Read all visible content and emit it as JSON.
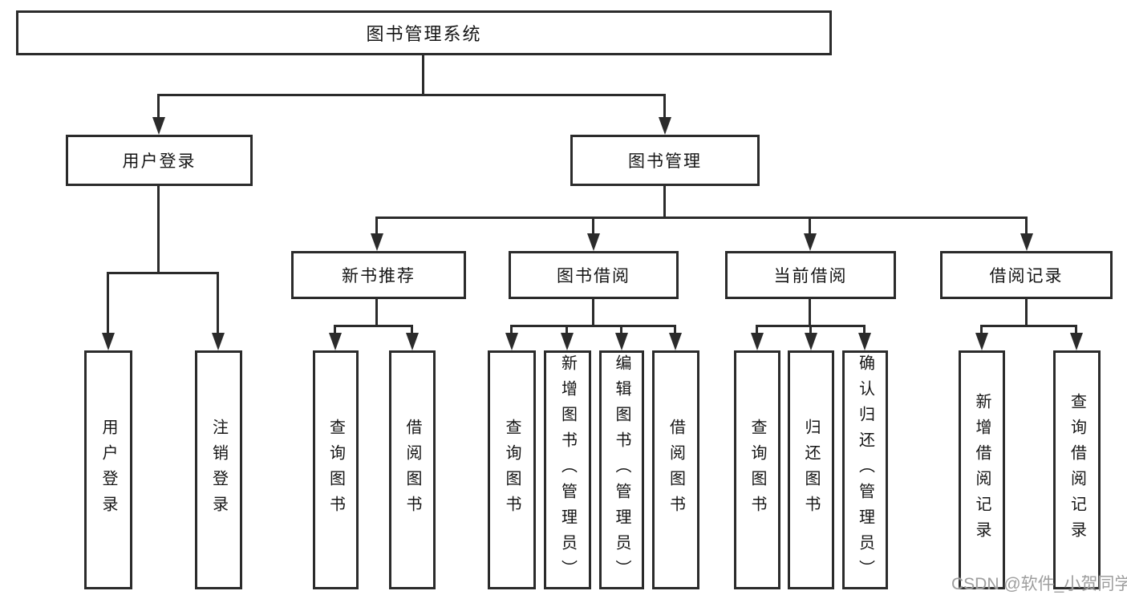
{
  "colors": {
    "line": "#2b2b2b",
    "text": "#151515",
    "background": "#ffffff",
    "watermark": "#9e9e9e"
  },
  "diagram": {
    "root": {
      "label": "图书管理系统"
    },
    "branches": [
      {
        "label": "用户登录",
        "children": [
          {
            "label": "用户登录"
          },
          {
            "label": "注销登录"
          }
        ]
      },
      {
        "label": "图书管理",
        "children": [
          {
            "label": "新书推荐",
            "children": [
              {
                "label": "查询图书"
              },
              {
                "label": "借阅图书"
              }
            ]
          },
          {
            "label": "图书借阅",
            "children": [
              {
                "label": "查询图书"
              },
              {
                "label": "新增图书（管理员）"
              },
              {
                "label": "编辑图书（管理员）"
              },
              {
                "label": "借阅图书"
              }
            ]
          },
          {
            "label": "当前借阅",
            "children": [
              {
                "label": "查询图书"
              },
              {
                "label": "归还图书"
              },
              {
                "label": "确认归还（管理员）"
              }
            ]
          },
          {
            "label": "借阅记录",
            "children": [
              {
                "label": "新增借阅记录"
              },
              {
                "label": "查询借阅记录"
              }
            ]
          }
        ]
      }
    ]
  },
  "watermark": {
    "text": "CSDN @软件_小贺同学"
  }
}
